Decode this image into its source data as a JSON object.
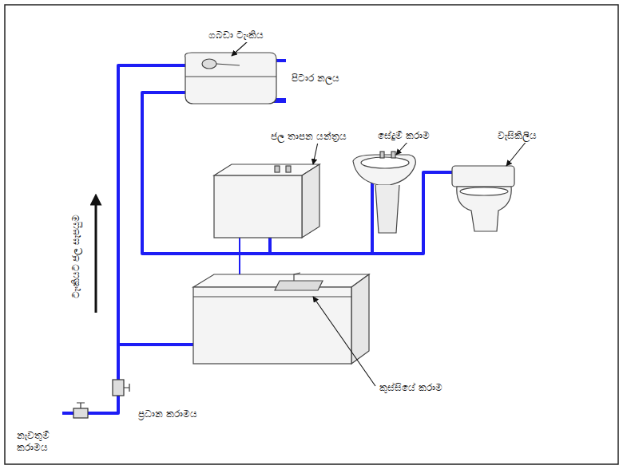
{
  "diagram": {
    "labels": [
      "ගබඩා ටැංකිය",
      "පිටාර නලය",
      "ජල තාපන යන්ත්‍රය",
      "සේදුම් කරාම",
      "වැසිකිලිය",
      "ටැංකියට ජල සැපයුම",
      "ප්‍රධාන කරාමය",
      "කුස්සියේ කරාම",
      "නැවතුම් කරාමය"
    ]
  }
}
